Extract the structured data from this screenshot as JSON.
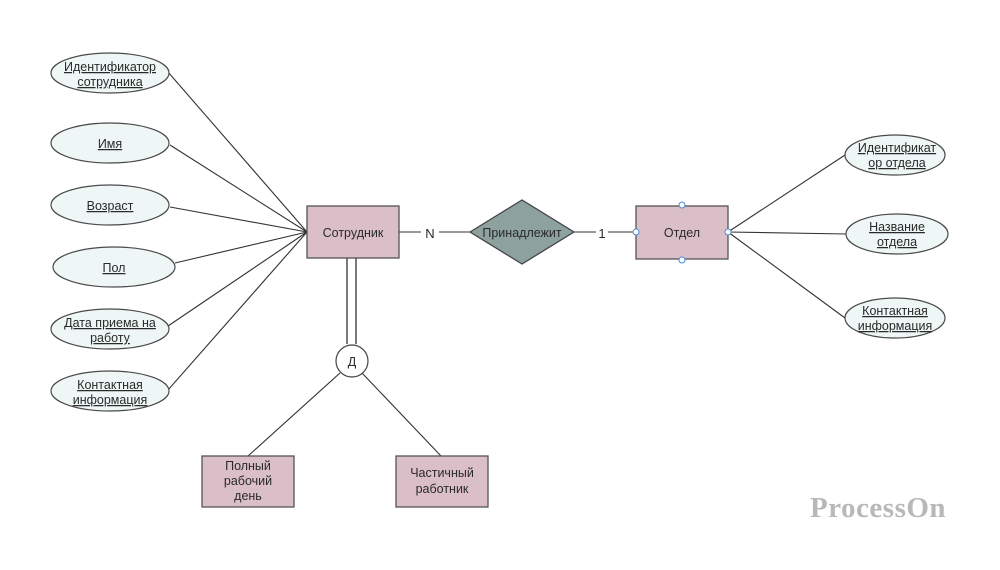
{
  "entities": {
    "employee": "Сотрудник",
    "department": "Отдел",
    "full_time": [
      "Полный",
      "рабочий",
      "день"
    ],
    "part_time": [
      "Частичный",
      "работник"
    ]
  },
  "relationship": {
    "label": "Принадлежит",
    "card_employee": "N",
    "card_department": "1"
  },
  "disjoint_label": "Д",
  "employee_attributes": [
    [
      "Идентификатор",
      "сотрудника"
    ],
    [
      "Имя"
    ],
    [
      "Возраст"
    ],
    [
      "Пол"
    ],
    [
      "Дата приема на",
      "работу"
    ],
    [
      "Контактная",
      "информация"
    ]
  ],
  "department_attributes": [
    [
      "Идентификат",
      "ор отдела"
    ],
    [
      "Название",
      "отдела"
    ],
    [
      "Контактная",
      "информация"
    ]
  ],
  "watermark": "ProcessOn"
}
